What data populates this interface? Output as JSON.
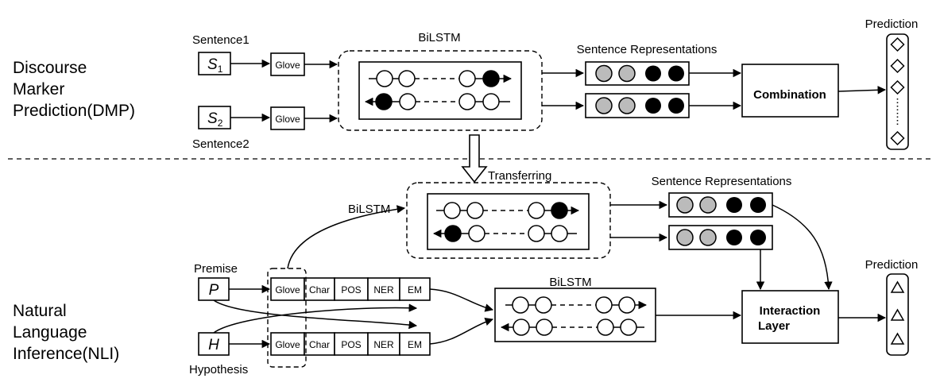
{
  "dmp": {
    "section_label": [
      "Discourse",
      "Marker",
      "Prediction(DMP)"
    ],
    "sentence1": "Sentence1",
    "sentence2": "Sentence2",
    "s1_symbol": "S",
    "s1_sub": "1",
    "s2_symbol": "S",
    "s2_sub": "2",
    "glove": "Glove",
    "bilstm": "BiLSTM",
    "sentence_representations": "Sentence Representations",
    "combination": "Combination",
    "prediction": "Prediction"
  },
  "transferring": "Transferring",
  "nli": {
    "section_label": [
      "Natural",
      "Language",
      "Inference(NLI)"
    ],
    "bilstm_transferred": "BiLSTM",
    "sentence_representations": "Sentence Representations",
    "premise": "Premise",
    "hypothesis": "Hypothesis",
    "p_symbol": "P",
    "h_symbol": "H",
    "features": [
      "Glove",
      "Char",
      "POS",
      "NER",
      "EM"
    ],
    "bilstm": "BiLSTM",
    "interaction_layer": [
      "Interaction",
      "Layer"
    ],
    "prediction": "Prediction"
  }
}
